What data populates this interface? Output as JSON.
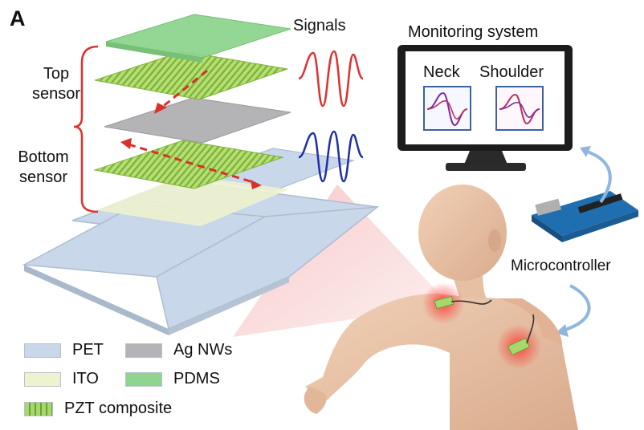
{
  "panel_label": "A",
  "labels": {
    "top_sensor": "Top\nsensor",
    "bottom_sensor": "Bottom\nsensor",
    "signals": "Signals",
    "monitoring_system": "Monitoring system",
    "neck": "Neck",
    "shoulder": "Shoulder",
    "microcontroller": "Microcontroller"
  },
  "legend": [
    {
      "label": "PET",
      "color": "#c9d7ea"
    },
    {
      "label": "Ag NWs",
      "color": "#b4b4b7"
    },
    {
      "label": "ITO",
      "color": "#eef2cf"
    },
    {
      "label": "PDMS",
      "color": "#8fd48f"
    },
    {
      "label": "PZT composite",
      "color": "#a7d86c"
    }
  ],
  "colors": {
    "top_signal": "#e03030",
    "bottom_signal": "#1f2fa8",
    "arrow": "#d8302a",
    "bracket": "#e03030",
    "monitor_bezel": "#1c1c1c",
    "cycle_arrow": "#8fb6dc"
  }
}
